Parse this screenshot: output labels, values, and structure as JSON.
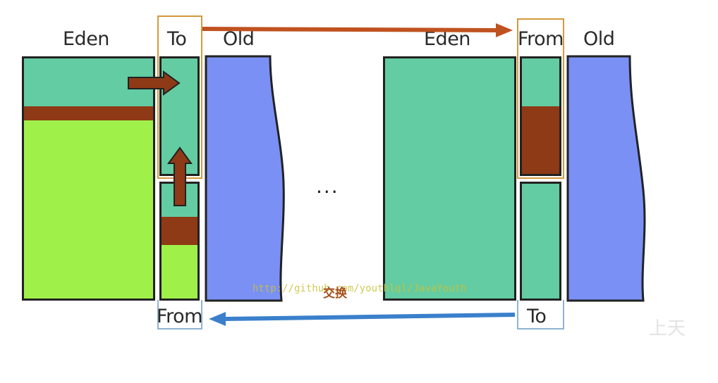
{
  "left": {
    "eden_label": "Eden",
    "to_label": "To",
    "old_label": "Old",
    "from_label": "From"
  },
  "right": {
    "eden_label": "Eden",
    "from_label": "From",
    "old_label": "Old",
    "to_label": "To"
  },
  "ellipsis": "...",
  "watermark": "http://github.com/youthlql/JavaYouth",
  "exchange_label": "交换",
  "corner_text": "上天",
  "colors": {
    "eden_green": "#a0f04a",
    "survivor_teal": "#63cca2",
    "object_brown": "#8e3a16",
    "old_blue": "#7a90f4",
    "orange_arrow": "#c0521f",
    "blue_arrow": "#3a80cc",
    "to_outline": "#d39a3c",
    "from_outline": "#8eb2d2"
  }
}
